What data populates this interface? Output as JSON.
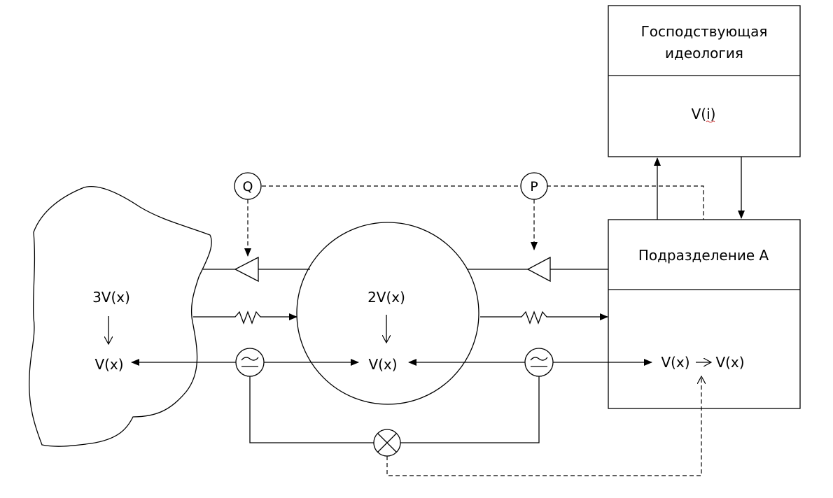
{
  "blob_top": "3V(x)",
  "blob_bottom": "V(x)",
  "circle_top": "2V(x)",
  "circle_bottom": "V(x)",
  "ideology_title_line1": "Господствующая",
  "ideology_title_line2": "идеология",
  "ideology_value": "V(i)",
  "division_title": "Подразделение А",
  "division_value_left": "V(x)",
  "division_value_right": "V(x)",
  "node_q": "Q",
  "node_p": "P",
  "colors": {
    "stroke": "#000000",
    "background": "#ffffff",
    "spellcheck": "#d04040"
  },
  "icons": {
    "amplifier": "triangle-left-icon",
    "resistor": "zigzag-resistor-icon",
    "filter": "approx-filter-icon",
    "mixer": "circle-cross-icon"
  }
}
